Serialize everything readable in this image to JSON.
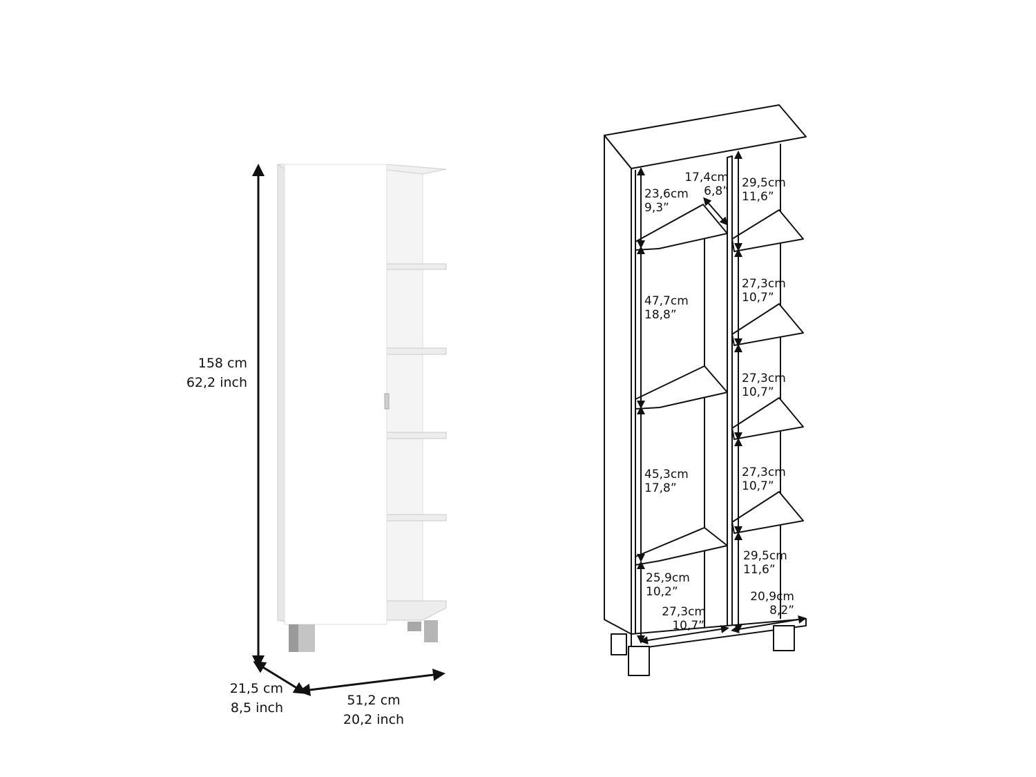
{
  "overall": {
    "height_cm": "158 cm",
    "height_in": "62,2 inch",
    "depth_cm": "21,5 cm",
    "depth_in": "8,5 inch",
    "width_cm": "51,2 cm",
    "width_in": "20,2 inch"
  },
  "interior": {
    "left_top_h_cm": "23,6cm",
    "left_top_h_in": "9,3”",
    "left_top_depth_cm": "17,4cm",
    "left_top_depth_in": "6,8”",
    "left_mid_h_cm": "47,7cm",
    "left_mid_h_in": "18,8”",
    "left_lower_h_cm": "45,3cm",
    "left_lower_h_in": "17,8”",
    "left_bottom_h_cm": "25,9cm",
    "left_bottom_h_in": "10,2”",
    "left_width_cm": "27,3cm",
    "left_width_in": "10,7”",
    "right_1_cm": "29,5cm",
    "right_1_in": "11,6”",
    "right_2_cm": "27,3cm",
    "right_2_in": "10,7”",
    "right_3_cm": "27,3cm",
    "right_3_in": "10,7”",
    "right_4_cm": "27,3cm",
    "right_4_in": "10,7”",
    "right_5_cm": "29,5cm",
    "right_5_in": "11,6”",
    "right_width_cm": "20,9cm",
    "right_width_in": "8,2”"
  },
  "colors": {
    "line": "#111111",
    "panel": "#ffffff",
    "shade": "#e8e8e8",
    "leg": "#9a9a9a"
  }
}
